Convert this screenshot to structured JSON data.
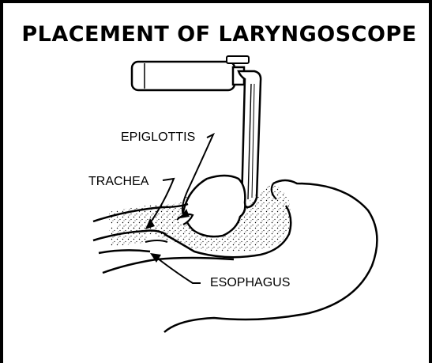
{
  "title": "PLACEMENT OF LARYNGOSCOPE",
  "labels": {
    "epiglottis": "EPIGLOTTIS",
    "trachea": "TRACHEA",
    "esophagus": "ESOPHAGUS"
  },
  "colors": {
    "ink": "#000000",
    "background": "#ffffff"
  }
}
